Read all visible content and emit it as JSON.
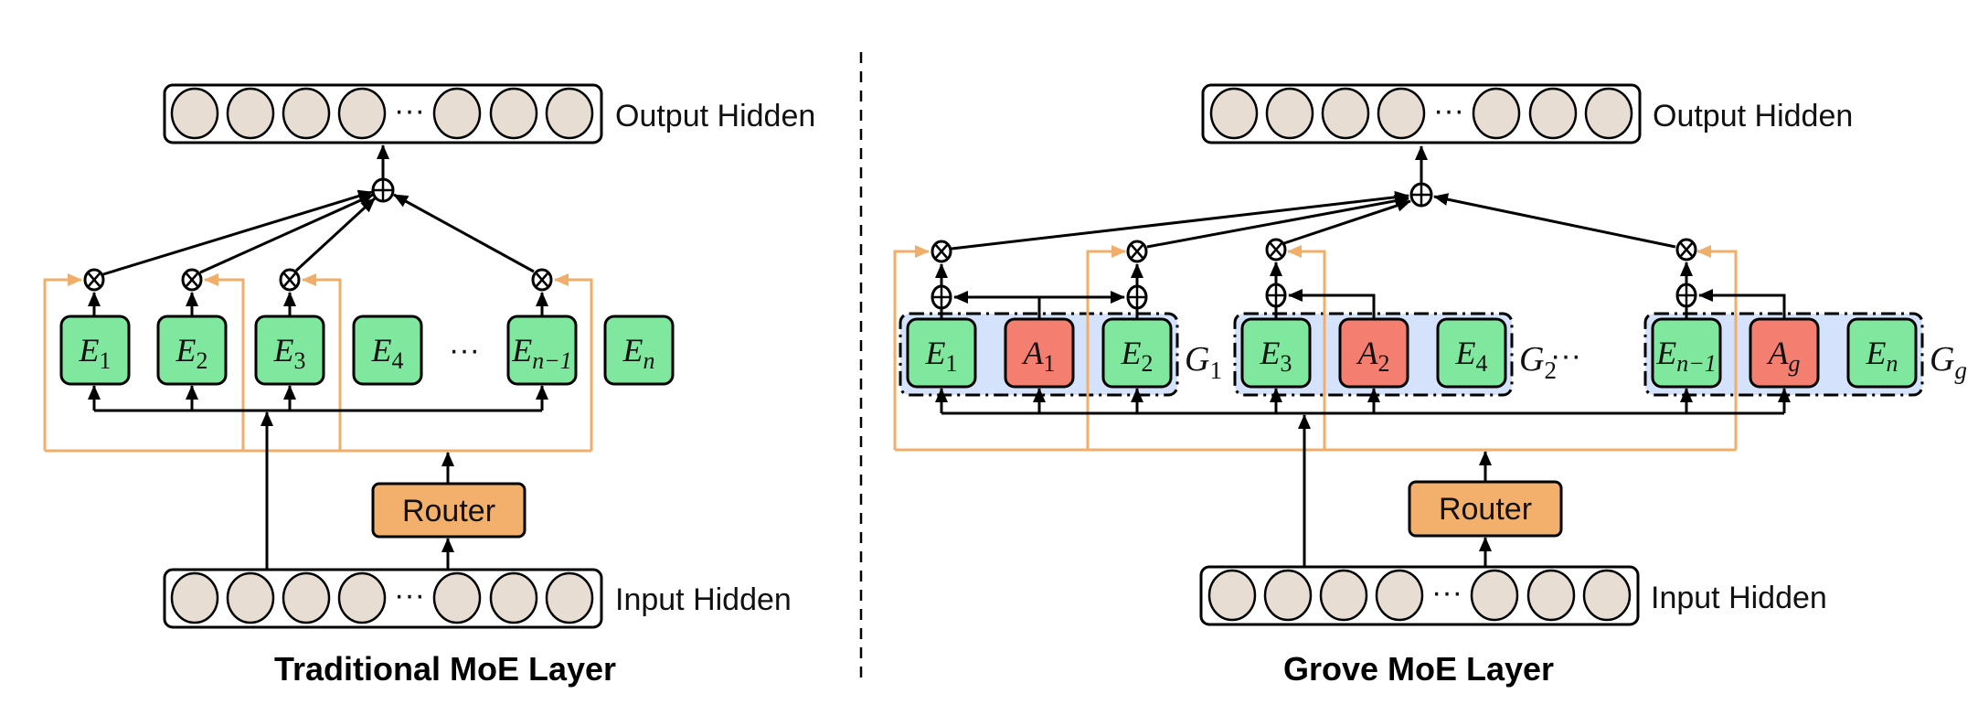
{
  "panels": {
    "traditional": {
      "title": "Traditional MoE Layer",
      "output_label": "Output Hidden",
      "input_label": "Input Hidden",
      "router_label": "Router",
      "experts": [
        {
          "name": "E",
          "sub": "1",
          "routed": true
        },
        {
          "name": "E",
          "sub": "2",
          "routed": true
        },
        {
          "name": "E",
          "sub": "3",
          "routed": true
        },
        {
          "name": "E",
          "sub": "4",
          "routed": false
        },
        {
          "name": "E",
          "sub": "n−1",
          "routed": true
        },
        {
          "name": "E",
          "sub": "n",
          "routed": false
        }
      ],
      "ellipsis": "···"
    },
    "grove": {
      "title": "Grove MoE Layer",
      "output_label": "Output Hidden",
      "input_label": "Input Hidden",
      "router_label": "Router",
      "groups": [
        {
          "label": "G",
          "sub": "1",
          "members": [
            {
              "name": "E",
              "sub": "1",
              "kind": "expert"
            },
            {
              "name": "A",
              "sub": "1",
              "kind": "adjugate"
            },
            {
              "name": "E",
              "sub": "2",
              "kind": "expert"
            }
          ]
        },
        {
          "label": "G",
          "sub": "2",
          "members": [
            {
              "name": "E",
              "sub": "3",
              "kind": "expert"
            },
            {
              "name": "A",
              "sub": "2",
              "kind": "adjugate"
            },
            {
              "name": "E",
              "sub": "4",
              "kind": "expert"
            }
          ]
        },
        {
          "label": "G",
          "sub": "g",
          "members": [
            {
              "name": "E",
              "sub": "n−1",
              "kind": "expert"
            },
            {
              "name": "A",
              "sub": "g",
              "kind": "adjugate"
            },
            {
              "name": "E",
              "sub": "n",
              "kind": "expert"
            }
          ]
        }
      ],
      "ellipsis": "···"
    }
  },
  "hidden_ellipsis": "···",
  "symbols": {
    "multiply": "⊗",
    "add": "⊕"
  },
  "colors": {
    "expert": "#80e89e",
    "adjugate": "#f47f70",
    "router": "#f2b06c",
    "neuron": "#e7ddd3",
    "group_bg": "#d5e2fb",
    "routing_line": "#f0ae6a",
    "stroke": "#000000"
  }
}
